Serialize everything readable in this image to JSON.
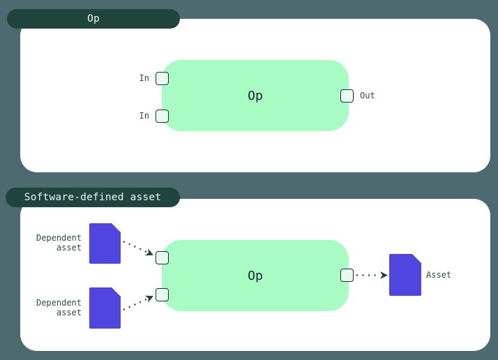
{
  "colors": {
    "background": "#4e6a71",
    "card": "#ffffff",
    "tab_bg": "#1f453e",
    "tab_text": "#f0f6f2",
    "op_box": "#a9fbc4",
    "op_text": "#0e2724",
    "port_fill": "#e7fcef",
    "port_border": "#16312c",
    "label_text": "#2d4a45",
    "asset_fill": "#5045de",
    "arrow": "#1e433d"
  },
  "panels": [
    {
      "tab": "Op",
      "node_label": "Op",
      "input_labels": [
        "In",
        "In"
      ],
      "output_label": "Out"
    },
    {
      "tab": "Software-defined asset",
      "node_label": "Op",
      "dependent_asset_labels": [
        "Dependent\nasset",
        "Dependent\nasset"
      ],
      "output_asset_label": "Asset"
    }
  ]
}
